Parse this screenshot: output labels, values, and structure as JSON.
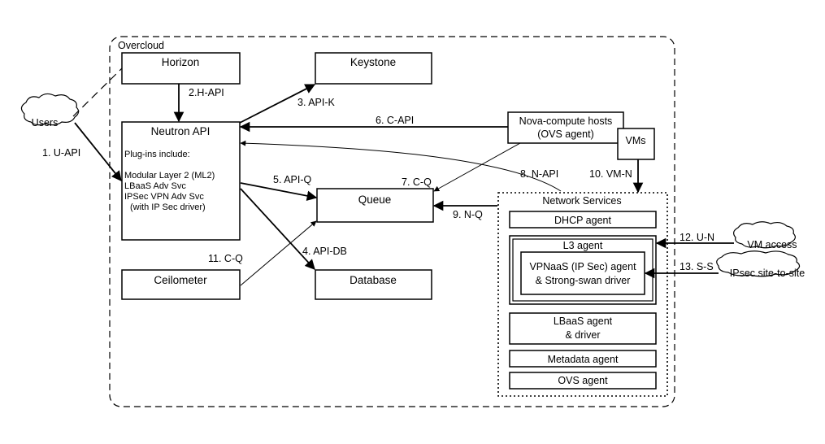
{
  "overcloud": {
    "title": "Overcloud"
  },
  "users": "Users",
  "vm_access": "VM access",
  "ipsec_site": "IPsec site-to-site",
  "horizon": "Horizon",
  "keystone": "Keystone",
  "neutron_api": {
    "title": "Neutron API",
    "plugins_header": "Plug-ins include:",
    "plugins": [
      "Modular Layer 2 (ML2)",
      "LBaaS Adv Svc",
      "IPSec VPN Adv Svc",
      "(with IP Sec driver)"
    ]
  },
  "nova": {
    "line1": "Nova-compute hosts",
    "line2": "(OVS agent)"
  },
  "vms": "VMs",
  "queue": "Queue",
  "ceilometer": "Ceilometer",
  "database": "Database",
  "network_services": {
    "title": "Network Services",
    "dhcp": "DHCP agent",
    "l3": "L3 agent",
    "vpnaas_line1": "VPNaaS (IP Sec) agent",
    "vpnaas_line2": "& Strong-swan driver",
    "lbaas_line1": "LBaaS agent",
    "lbaas_line2": "& driver",
    "metadata": "Metadata agent",
    "ovs": "OVS agent"
  },
  "flows": {
    "u_api": "1. U-API",
    "h_api": "2.H-API",
    "api_k": "3. API-K",
    "api_db": "4. API-DB",
    "api_q": "5. API-Q",
    "c_api": "6. C-API",
    "c_q": "7. C-Q",
    "n_api": "8. N-API",
    "n_q": "9. N-Q",
    "vm_n": "10. VM-N",
    "c_q2": "11. C-Q",
    "u_n": "12. U-N",
    "s_s": "13. S-S"
  }
}
